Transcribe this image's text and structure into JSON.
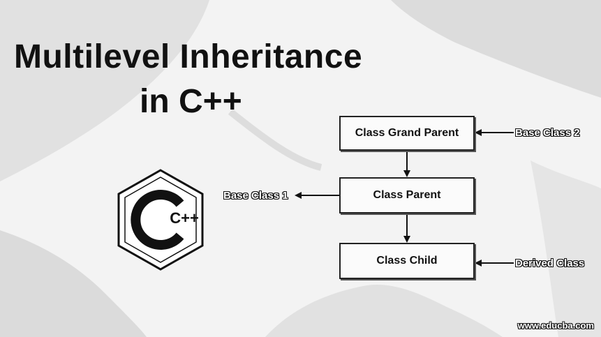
{
  "title": {
    "line1": "Multilevel Inheritance",
    "line2": "in C++"
  },
  "boxes": {
    "grand_parent": "Class Grand Parent",
    "parent": "Class Parent",
    "child": "Class Child"
  },
  "labels": {
    "base_class_2": "Base Class 2",
    "base_class_1": "Base Class 1",
    "derived_class": "Derived Class"
  },
  "logo": {
    "text": "C++",
    "icon": "cpp-logo-icon"
  },
  "watermark": "www.educba.com"
}
